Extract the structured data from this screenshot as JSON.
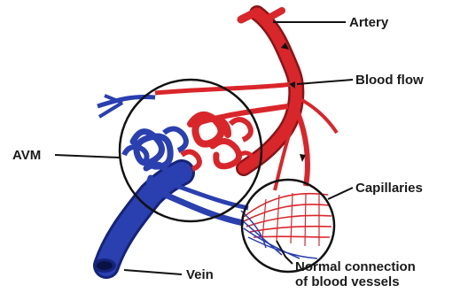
{
  "labels": {
    "artery": "Artery",
    "blood_flow": "Blood flow",
    "avm": "AVM",
    "capillaries": "Capillaries",
    "vein": "Vein",
    "normal_line1": "Normal connection",
    "normal_line2": "of blood vessels"
  },
  "colors": {
    "artery_red": "#d9262b",
    "artery_dark": "#8a1418",
    "vein_blue": "#2a3fb0",
    "vein_dark": "#16237a",
    "outline": "#111111"
  }
}
